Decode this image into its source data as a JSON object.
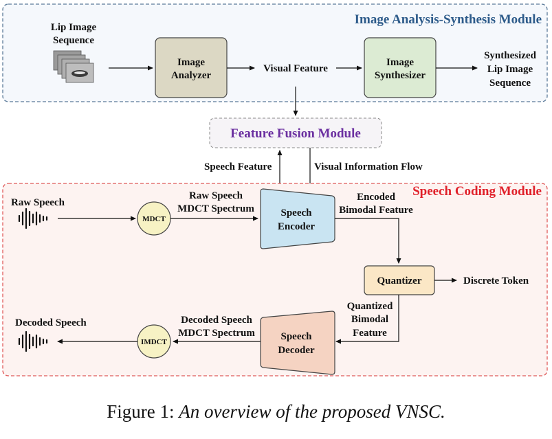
{
  "image_module": {
    "title": "Image Analysis-Synthesis Module",
    "lip_sequence_label": [
      "Lip Image",
      "Sequence"
    ],
    "analyzer_label": [
      "Image",
      "Analyzer"
    ],
    "visual_feature_label": "Visual Feature",
    "synthesizer_label": [
      "Image",
      "Synthesizer"
    ],
    "synth_output_label": [
      "Synthesized",
      "Lip Image",
      "Sequence"
    ]
  },
  "fusion": {
    "title": "Feature Fusion Module",
    "speech_feature_label": "Speech Feature",
    "visual_flow_label": "Visual Information Flow"
  },
  "speech_module": {
    "title": "Speech Coding Module",
    "raw_speech_label": "Raw Speech",
    "mdct_label": "MDCT",
    "raw_spectrum_label": [
      "Raw Speech",
      "MDCT Spectrum"
    ],
    "encoder_label": [
      "Speech",
      "Encoder"
    ],
    "encoded_label": [
      "Encoded",
      "Bimodal Feature"
    ],
    "quantizer_label": "Quantizer",
    "discrete_token_label": "Discrete Token",
    "quantized_label": [
      "Quantized",
      "Bimodal",
      "Feature"
    ],
    "decoder_label": [
      "Speech",
      "Decoder"
    ],
    "decoded_spectrum_label": [
      "Decoded Speech",
      "MDCT Spectrum"
    ],
    "imdct_label": "IMDCT",
    "decoded_speech_label": "Decoded Speech"
  },
  "caption": {
    "prefix": "Figure 1: ",
    "text": "An overview of the proposed VNSC."
  },
  "colors": {
    "image_module_border": "#5b7a99",
    "image_module_fill": "#f5f8fc",
    "speech_module_border": "#e05a5a",
    "speech_module_fill": "#fdf3f1",
    "analyzer_fill": "#dcd8c4",
    "synthesizer_fill": "#dcebd3",
    "encoder_fill": "#c9e4f2",
    "decoder_fill": "#f5d3c2",
    "quantizer_fill": "#fbe7c6",
    "mdct_fill": "#f7f2c4"
  }
}
